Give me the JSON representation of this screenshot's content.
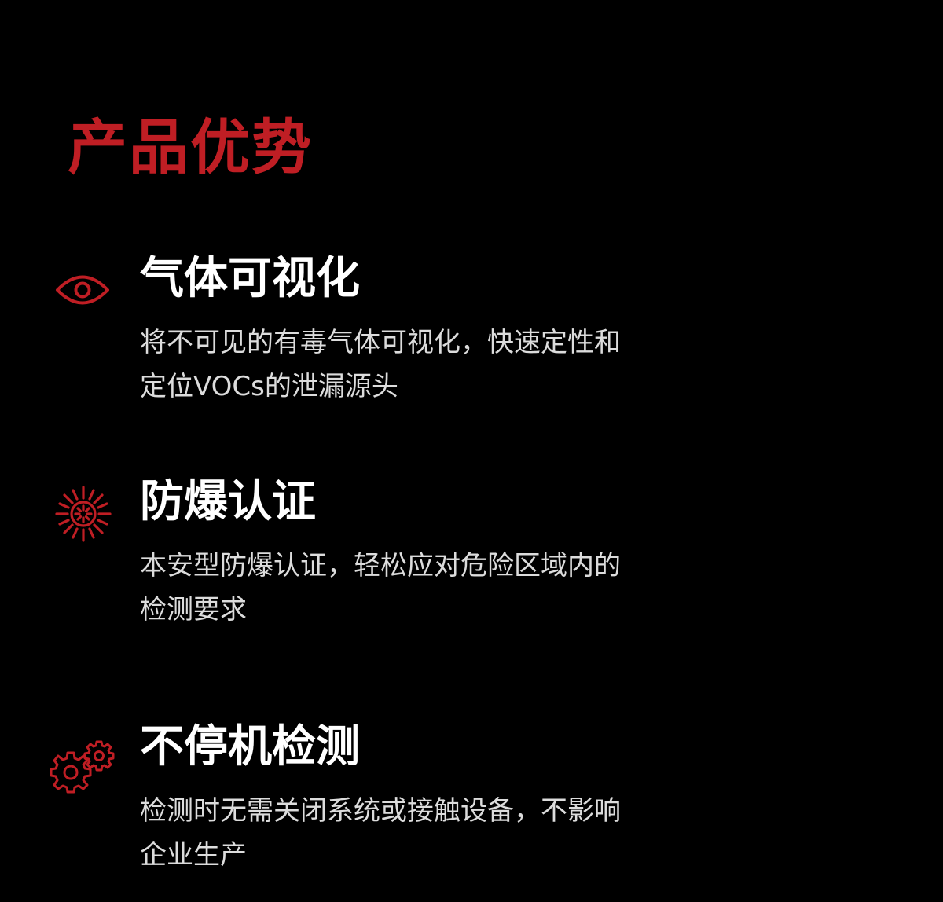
{
  "page": {
    "title": "产品优势",
    "accent_color": "#bf1e24",
    "background_color": "#000000"
  },
  "features": [
    {
      "icon": "eye-icon",
      "title": "气体可视化",
      "description": "将不可见的有毒气体可视化，快速定性和定位VOCs的泄漏源头"
    },
    {
      "icon": "explosion-icon",
      "title": "防爆认证",
      "description": "本安型防爆认证，轻松应对危险区域内的检测要求"
    },
    {
      "icon": "gears-icon",
      "title": "不停机检测",
      "description": "检测时无需关闭系统或接触设备，不影响企业生产"
    }
  ]
}
